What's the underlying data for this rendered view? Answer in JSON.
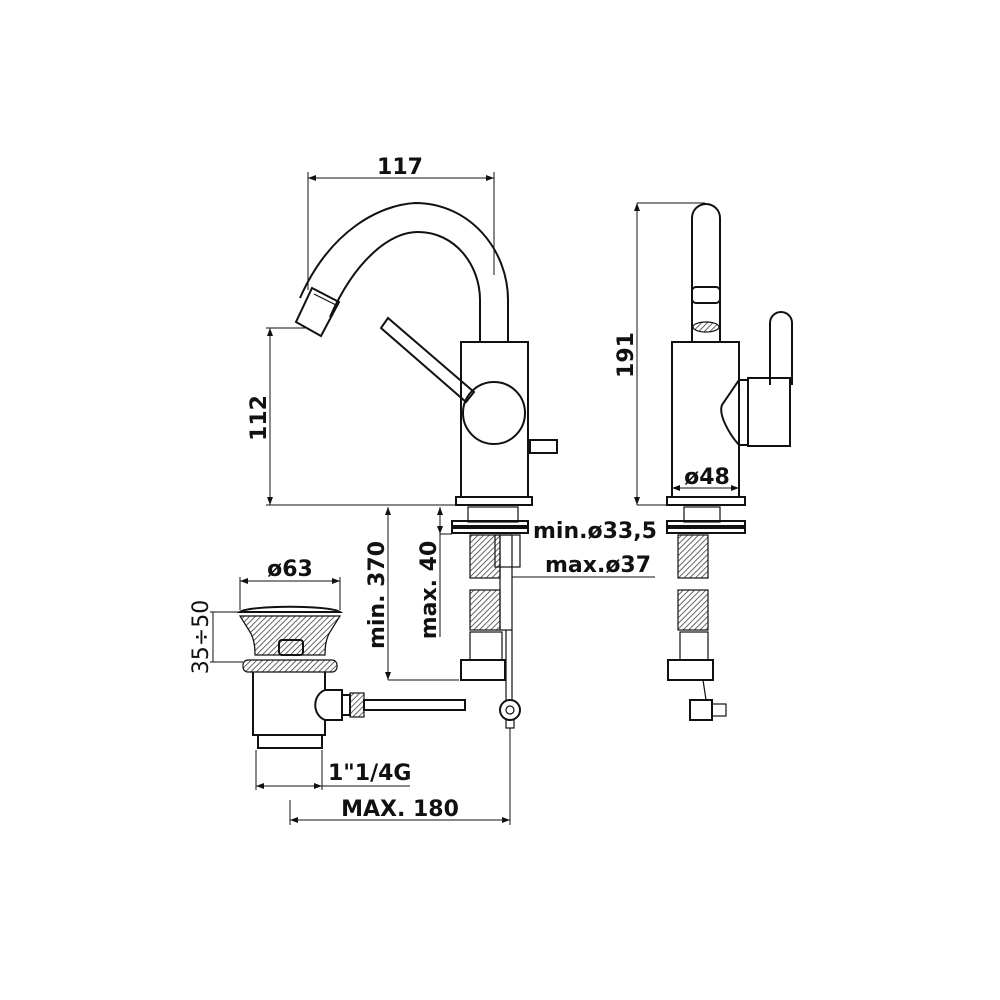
{
  "drawing": {
    "dimensions": {
      "spout_reach": "117",
      "spout_height": "112",
      "total_height": "191",
      "body_diameter": "ø48",
      "hole_min": "min.ø33,5",
      "hole_max": "max.ø37",
      "deck_thickness": "max. 40",
      "hose_length": "min. 370",
      "drain_diameter": "ø63",
      "drain_range": "35÷50",
      "drain_thread": "1\"1/4G",
      "rod_length": "MAX. 180"
    }
  }
}
